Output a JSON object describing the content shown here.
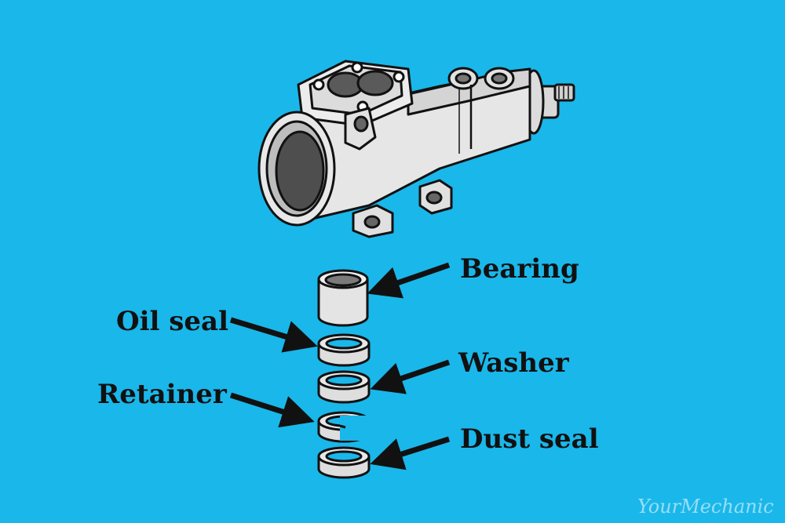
{
  "labels": {
    "bearing": "Bearing",
    "oil_seal": "Oil seal",
    "washer": "Washer",
    "retainer": "Retainer",
    "dust_seal": "Dust seal"
  },
  "watermark": "YourMechanic",
  "colors": {
    "background": "#1ab7ea",
    "part_fill": "#e6e6e6",
    "part_shadow": "#bdbdbd",
    "outline": "#111111",
    "arrow": "#111111"
  },
  "icons": [
    "steering-gear-housing-icon",
    "bearing-icon",
    "oil-seal-icon",
    "washer-icon",
    "retainer-icon",
    "dust-seal-icon",
    "arrow-icon"
  ]
}
